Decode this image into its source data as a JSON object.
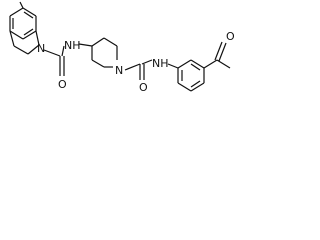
{
  "molecule": {
    "atoms": {
      "nh_left": "NH",
      "n_indoline": "N",
      "o_left": "O",
      "n_piperidine": "N",
      "o_right": "O",
      "nh_right": "NH",
      "o_acetyl": "O"
    }
  },
  "colors": {
    "bond": "#111111",
    "text": "#111111",
    "background": "#ffffff"
  }
}
